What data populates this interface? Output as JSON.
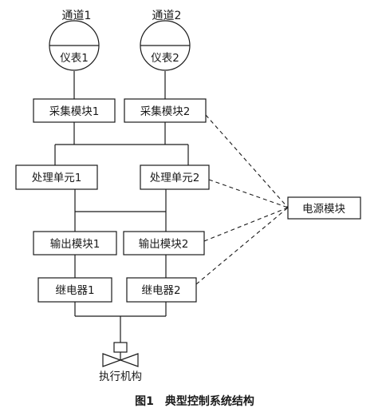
{
  "channels": [
    "通道1",
    "通道2"
  ],
  "instruments": [
    "仪表1",
    "仪表2"
  ],
  "acquisition_modules": [
    "采集模块1",
    "采集模块2"
  ],
  "processing_units": [
    "处理单元1",
    "处理单元2"
  ],
  "output_modules": [
    "输出模块1",
    "输出模块2"
  ],
  "relays": [
    "继电器1",
    "继电器2"
  ],
  "power_module": "电源模块",
  "actuator": "执行机构",
  "caption": "图1　典型控制系统结构"
}
